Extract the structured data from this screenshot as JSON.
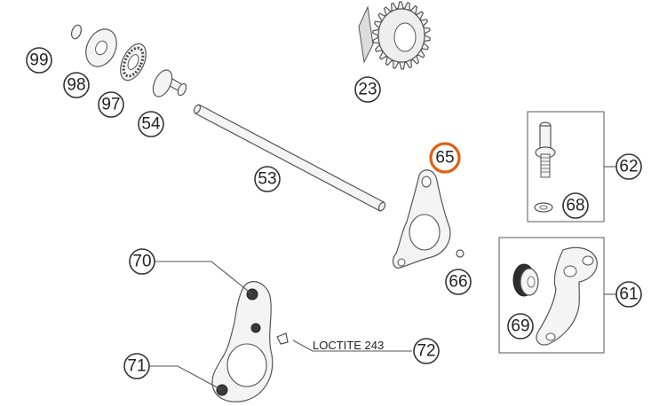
{
  "callouts": {
    "c99": "99",
    "c98": "98",
    "c97": "97",
    "c54": "54",
    "c23": "23",
    "c53": "53",
    "c65": "65",
    "c62": "62",
    "c68": "68",
    "c66": "66",
    "c61": "61",
    "c69": "69",
    "c70": "70",
    "c71": "71",
    "c72": "72"
  },
  "note_72": "LOCTITE 243",
  "colors": {
    "highlight": "#e06010",
    "outline": "#333333"
  }
}
